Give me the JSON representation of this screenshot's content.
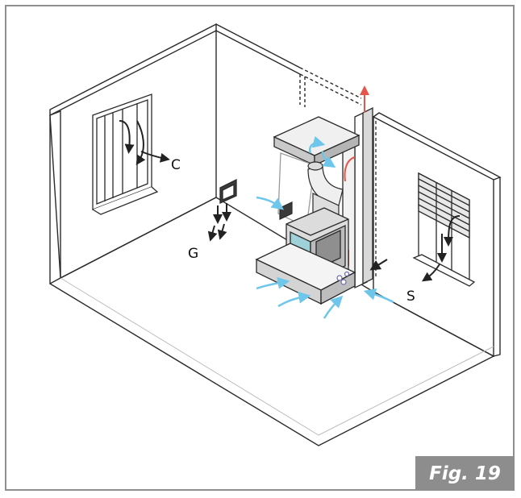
{
  "labels": {
    "c": "C",
    "g": "G",
    "s": "S"
  },
  "figure": {
    "label": "Fig. 19"
  },
  "colors": {
    "line": "#2a2a2a",
    "air_in": "#6ec6ea",
    "air_out": "#e5564a",
    "glass": "#9fd1d8",
    "badge": "#8d8d8d"
  }
}
